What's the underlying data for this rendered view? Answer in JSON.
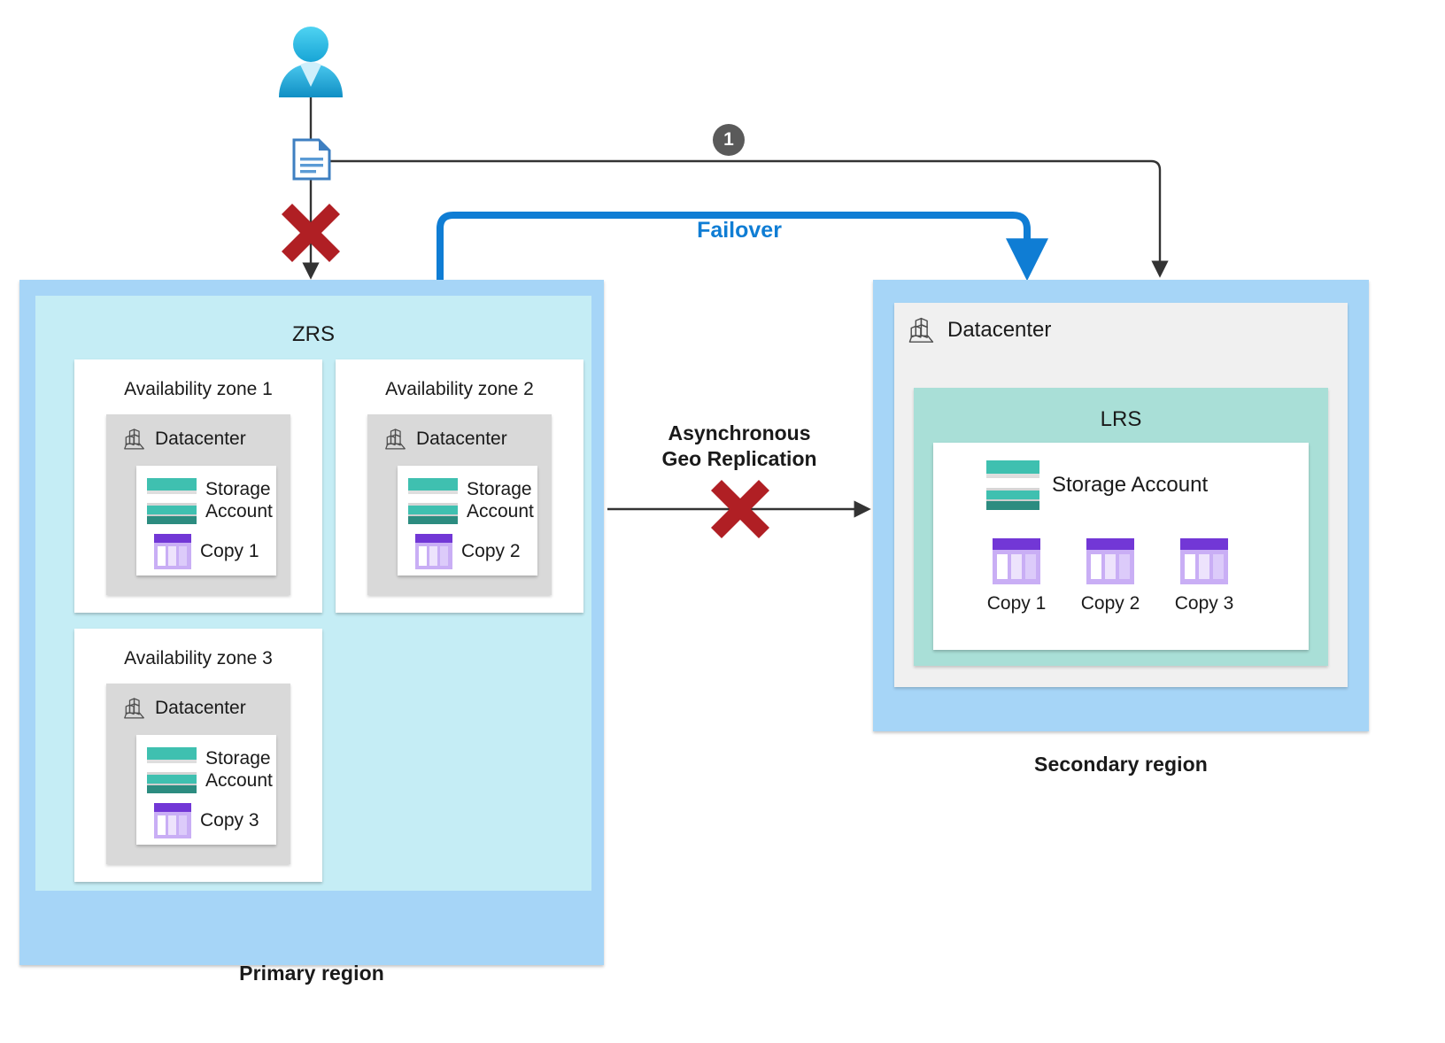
{
  "diagram": {
    "title": "Azure storage redundancy failover (ZRS primary to LRS secondary)",
    "colors": {
      "region_blue": "#A6D5F7",
      "zrs_cyan": "#C5EDF5",
      "lrs_teal": "#A9DFD7",
      "datacenter_gray": "#F0F0F0",
      "card_gray": "#D9D9D9",
      "failover_blue": "#0F7DD4",
      "error_red": "#B01F24",
      "badge_gray": "#5A5A5A",
      "storage_teal": "#3FC0B0",
      "copy_purple": "#7237D6"
    }
  },
  "step_badges": [
    {
      "id": "badge-1",
      "number": "1"
    }
  ],
  "connectors": {
    "failover_label": "Failover",
    "geo_replication_label_line1": "Asynchronous",
    "geo_replication_label_line2": "Geo Replication"
  },
  "icons": {
    "user": "user-icon",
    "document": "document-icon",
    "error_cross": "red-x-icon",
    "datacenter": "datacenter-icon",
    "storage_account": "storage-account-icon",
    "copy": "copy-icon"
  },
  "primary_region": {
    "label": "Primary region",
    "redundancy_title": "ZRS",
    "zones": [
      {
        "title": "Availability zone 1",
        "datacenter_label": "Datacenter",
        "storage_label_line1": "Storage",
        "storage_label_line2": "Account",
        "copy_label": "Copy 1"
      },
      {
        "title": "Availability zone 2",
        "datacenter_label": "Datacenter",
        "storage_label_line1": "Storage",
        "storage_label_line2": "Account",
        "copy_label": "Copy 2"
      },
      {
        "title": "Availability zone 3",
        "datacenter_label": "Datacenter",
        "storage_label_line1": "Storage",
        "storage_label_line2": "Account",
        "copy_label": "Copy 3"
      }
    ]
  },
  "secondary_region": {
    "label": "Secondary region",
    "datacenter_label": "Datacenter",
    "redundancy_title": "LRS",
    "storage_label": "Storage Account",
    "copies": [
      {
        "label": "Copy 1"
      },
      {
        "label": "Copy 2"
      },
      {
        "label": "Copy 3"
      }
    ]
  }
}
